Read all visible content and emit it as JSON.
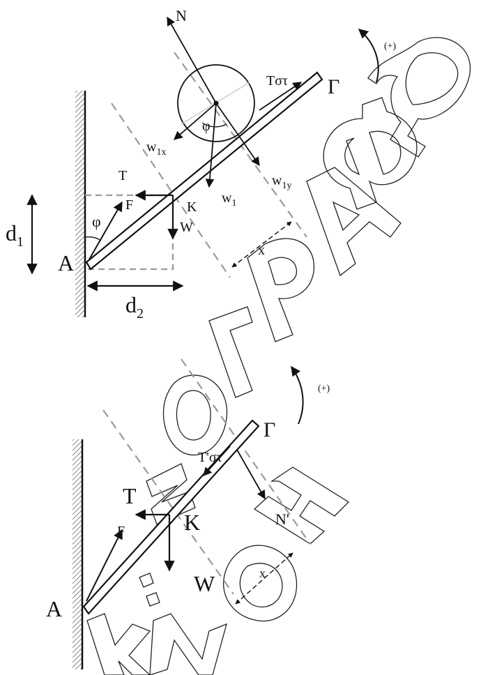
{
  "watermark": {
    "text": "ΦΡΟΝΤΙΣΤΗΡΙΟ ΓΡΑΦΩ ΝΟΗΣΗ",
    "visible_text": "ΓΡΑΦΩ ΝΟΗ"
  },
  "top": {
    "label_N": "N",
    "label_Gamma": "Γ",
    "label_Tst": "Tστ",
    "label_plus": "(+)",
    "label_phi_sphere": "φ",
    "label_w1x": "w",
    "label_w1x_sub": "1x",
    "label_w1y": "w",
    "label_w1y_sub": "1y",
    "label_w1": "w",
    "label_w1_sub": "1",
    "label_T": "T",
    "label_F": "F",
    "label_K": "K",
    "label_W": "W",
    "label_phi_wall": "φ",
    "label_d1": "d",
    "label_d1_sub": "1",
    "label_d2": "d",
    "label_d2_sub": "2",
    "label_A": "A",
    "label_x": "x"
  },
  "bottom": {
    "label_plus": "(+)",
    "label_Gamma": "Γ",
    "label_Tst": "T'στ",
    "label_N": "N'",
    "label_T": "T",
    "label_K": "K",
    "label_F": "F",
    "label_W": "W",
    "label_x": "x",
    "label_A": "A"
  },
  "colors": {
    "ink": "#111111",
    "dashed": "#9a9a9a",
    "sphere_line": "#cccccc"
  }
}
